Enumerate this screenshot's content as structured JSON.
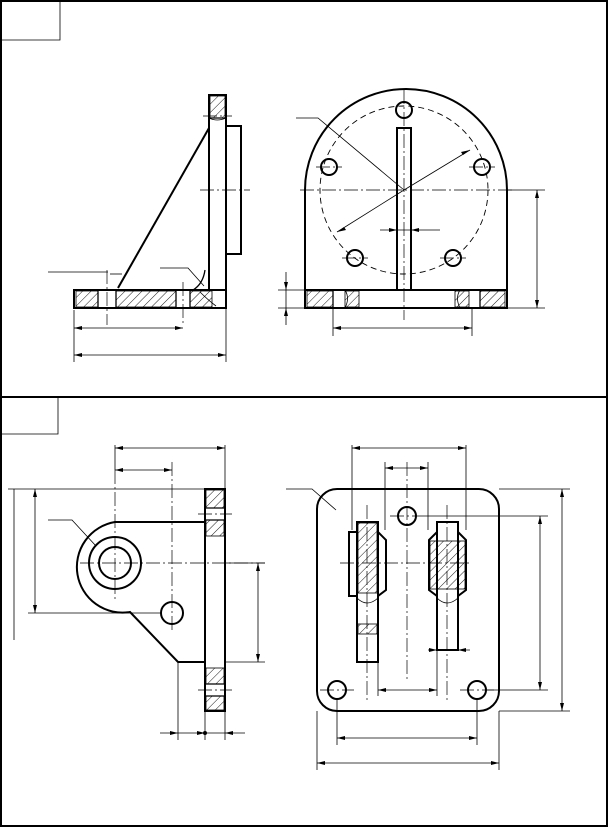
{
  "drawing": {
    "background": "#ffffff",
    "line_color": "#000000"
  },
  "panels": [
    {
      "id": "upper-panel",
      "label": "",
      "views": [
        "front-section-view",
        "side-view-round-flange"
      ]
    },
    {
      "id": "lower-panel",
      "label": "",
      "views": [
        "plate-outline-view",
        "square-plate-section-view"
      ]
    }
  ]
}
